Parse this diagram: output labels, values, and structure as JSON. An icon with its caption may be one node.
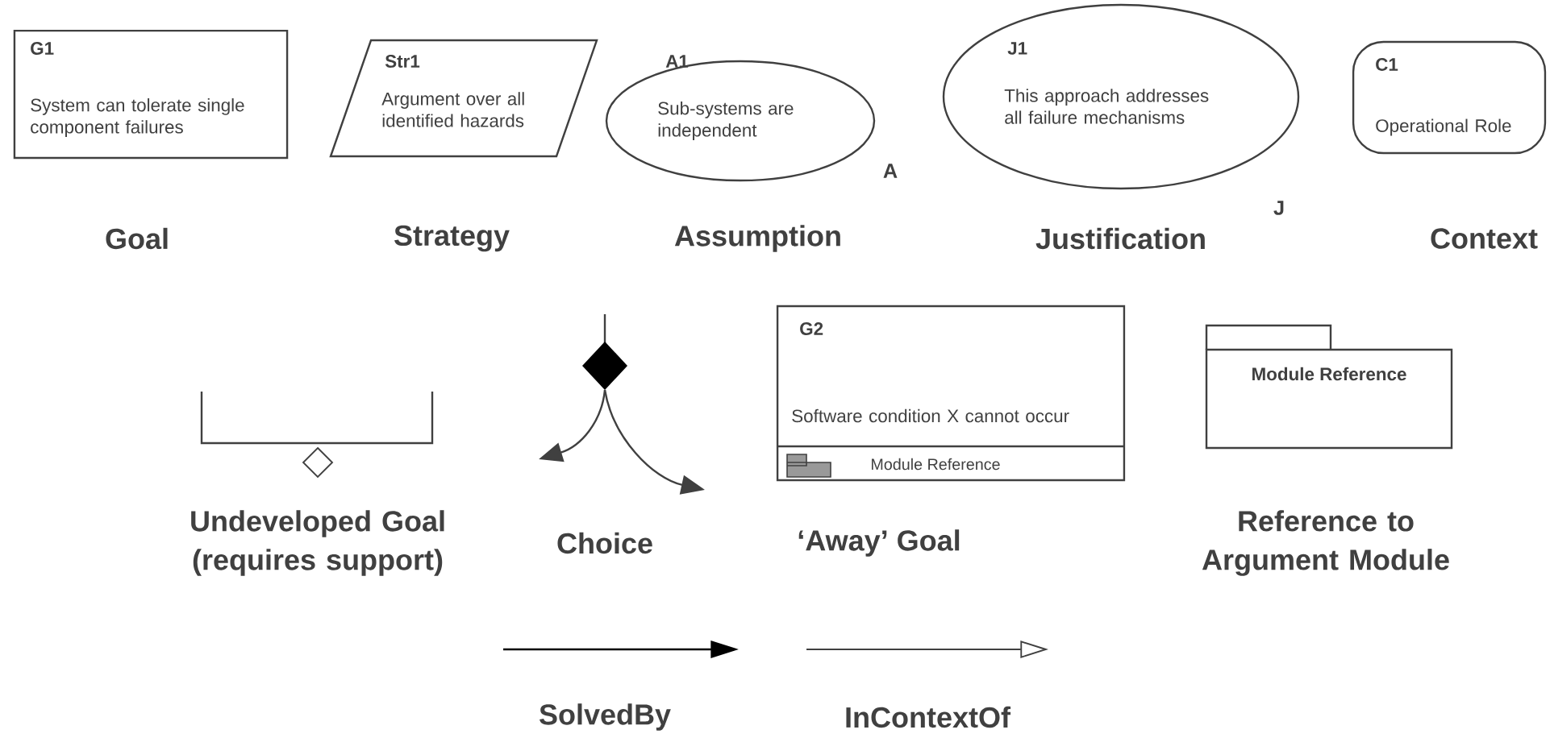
{
  "diagram": {
    "nodes": [
      {
        "text": [
          "G1",
          "System can tolerate single component failures"
        ],
        "beside": [
          "Goal"
        ]
      },
      {
        "text": [
          "Str1",
          "Argument over all identified hazards"
        ],
        "beside": [
          "Strategy"
        ]
      },
      {
        "text": [
          "A1",
          "Sub-systems are independent"
        ],
        "beside": [
          "A",
          "Assumption"
        ]
      },
      {
        "text": [
          "J1",
          "This approach addresses all failure mechanisms"
        ],
        "beside": [
          "J",
          "Justification"
        ]
      },
      {
        "text": [
          "C1",
          "Operational Role"
        ],
        "beside": [
          "Context"
        ]
      },
      {
        "text": [
          "G2",
          "Software condition X cannot occur",
          "Module Reference"
        ],
        "beside": [
          "‘Away’ Goal"
        ]
      },
      {
        "text": [
          "Module Reference"
        ],
        "beside": [
          "Reference to Argument Module"
        ]
      }
    ],
    "legend": [
      {
        "text": "Undeveloped Goal (requires support)"
      },
      {
        "text": "Choice"
      },
      {
        "text": "SolvedBy"
      },
      {
        "text": "InContextOf"
      }
    ]
  }
}
